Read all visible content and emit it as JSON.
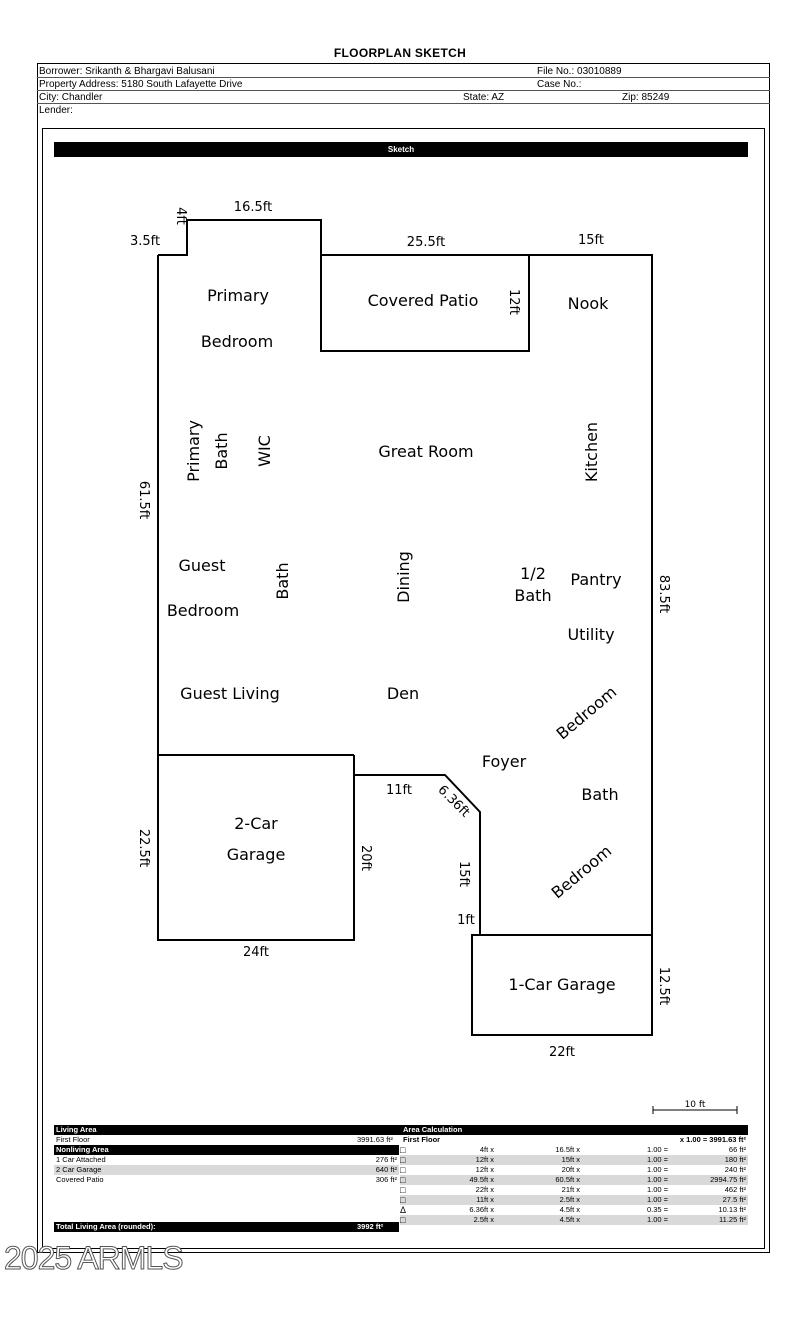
{
  "title": "FLOORPLAN SKETCH",
  "header": {
    "borrower": "Borrower: Srikanth & Bhargavi Balusani",
    "file_no": "File No.:  03010889",
    "address": "Property Address: 5180 South Lafayette Drive",
    "case_no": "Case No.:",
    "city": "City: Chandler",
    "state": "State: AZ",
    "zip": "Zip: 85249",
    "lender": "Lender:"
  },
  "sketch_label": "Sketch",
  "rooms": {
    "primary": "Primary",
    "bedroom1": "Bedroom",
    "covered_patio": "Covered Patio",
    "nook": "Nook",
    "primary_v": "Primary",
    "bath_v": "Bath",
    "wic": "WIC",
    "great_room": "Great Room",
    "kitchen": "Kitchen",
    "guest": "Guest",
    "guest_bedroom": "Bedroom",
    "bath2": "Bath",
    "dining": "Dining",
    "half": "1/2",
    "half_bath": "Bath",
    "pantry": "Pantry",
    "utility": "Utility",
    "guest_living": "Guest Living",
    "den": "Den",
    "bedroom_diag1": "Bedroom",
    "foyer": "Foyer",
    "bath3": "Bath",
    "bedroom_diag2": "Bedroom",
    "two_car": "2-Car",
    "garage": "Garage",
    "one_car": "1-Car Garage"
  },
  "dims": {
    "d4ft": "4ft",
    "d16_5": "16.5ft",
    "d3_5": "3.5ft",
    "d25_5": "25.5ft",
    "d15_top": "15ft",
    "d12": "12ft",
    "d61_5": "61.5ft",
    "d83_5": "83.5ft",
    "d11": "11ft",
    "d6_36": "6.36ft",
    "d22_5": "22.5ft",
    "d20": "20ft",
    "d15_mid": "15ft",
    "d1": "1ft",
    "d24": "24ft",
    "d12_5": "12.5ft",
    "d22": "22ft",
    "scale": "10 ft"
  },
  "summary": {
    "living_area": "Living Area",
    "area_calc": "Area Calculation",
    "first_floor": "First Floor",
    "first_floor_val": "3991.63 ft²",
    "first_floor_hdr": "First Floor",
    "first_floor_total": "x 1.00 = 3991.63 ft²",
    "nonliving": "Nonliving Area",
    "items": [
      {
        "name": "1 Car Attached",
        "val": "276 ft²"
      },
      {
        "name": "2 Car Garage",
        "val": "640 ft²"
      },
      {
        "name": "Covered Patio",
        "val": "306 ft²"
      }
    ],
    "total_label": "Total Living Area (rounded):",
    "total_val": "3992 ft²",
    "calc_rows": [
      {
        "shape": "□",
        "a": "4ft x",
        "b": "16.5ft x",
        "c": "1.00 =",
        "d": "66 ft²"
      },
      {
        "shape": "□",
        "a": "12ft x",
        "b": "15ft x",
        "c": "1.00 =",
        "d": "180 ft²"
      },
      {
        "shape": "□",
        "a": "12ft x",
        "b": "20ft x",
        "c": "1.00 =",
        "d": "240 ft²"
      },
      {
        "shape": "□",
        "a": "49.5ft x",
        "b": "60.5ft x",
        "c": "1.00 =",
        "d": "2994.75 ft²"
      },
      {
        "shape": "□",
        "a": "22ft x",
        "b": "21ft x",
        "c": "1.00 =",
        "d": "462 ft²"
      },
      {
        "shape": "□",
        "a": "11ft x",
        "b": "2.5ft x",
        "c": "1.00 =",
        "d": "27.5 ft²"
      },
      {
        "shape": "Δ",
        "a": "6.36ft x",
        "b": "4.5ft x",
        "c": "0.35 =",
        "d": "10.13 ft²"
      },
      {
        "shape": "□",
        "a": "2.5ft x",
        "b": "4.5ft x",
        "c": "1.00 =",
        "d": "11.25 ft²"
      }
    ]
  },
  "watermark": "2025 ARMLS"
}
